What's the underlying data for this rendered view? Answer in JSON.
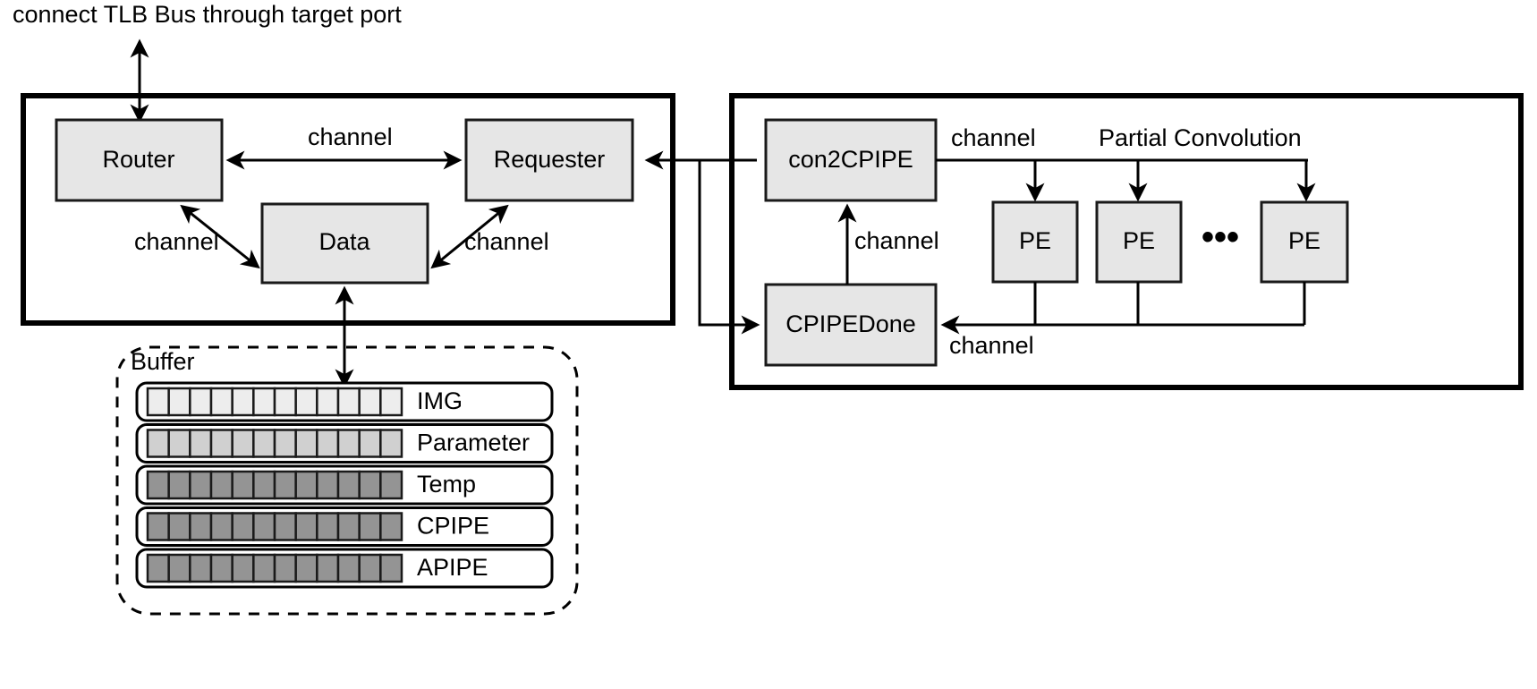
{
  "diagram": {
    "top_note": "connect TLB Bus through target port",
    "left_panel": {
      "nodes": [
        {
          "id": "router",
          "label": "Router"
        },
        {
          "id": "requester",
          "label": "Requester"
        },
        {
          "id": "data",
          "label": "Data"
        }
      ],
      "edge_labels": [
        {
          "id": "router-requester",
          "label": "channel"
        },
        {
          "id": "router-data",
          "label": "channel"
        },
        {
          "id": "data-requester",
          "label": "channel"
        }
      ]
    },
    "right_panel": {
      "nodes": [
        {
          "id": "con2cpipe",
          "label": "con2CPIPE"
        },
        {
          "id": "cpipedone",
          "label": "CPIPEDone"
        },
        {
          "id": "pe1",
          "label": "PE"
        },
        {
          "id": "pe2",
          "label": "PE"
        },
        {
          "id": "pe3",
          "label": "PE"
        }
      ],
      "ellipsis": "•••",
      "edge_labels": [
        {
          "id": "con2cpipe-pe",
          "label": "channel"
        },
        {
          "id": "cpipedone-con2cpipe",
          "label": "channel"
        },
        {
          "id": "pe-cpipedone",
          "label": "channel"
        }
      ],
      "group_label": "Partial Convolution"
    },
    "buffer": {
      "title": "Buffer",
      "cells_per_row": 12,
      "rows": [
        {
          "name": "IMG",
          "fill": "#ededed"
        },
        {
          "name": "Parameter",
          "fill": "#d0d0d0"
        },
        {
          "name": "Temp",
          "fill": "#949494"
        },
        {
          "name": "CPIPE",
          "fill": "#949494"
        },
        {
          "name": "APIPE",
          "fill": "#949494"
        }
      ]
    },
    "colors": {
      "node_fill": "#e6e6e6",
      "stroke": "#000000",
      "background": "#ffffff"
    }
  }
}
